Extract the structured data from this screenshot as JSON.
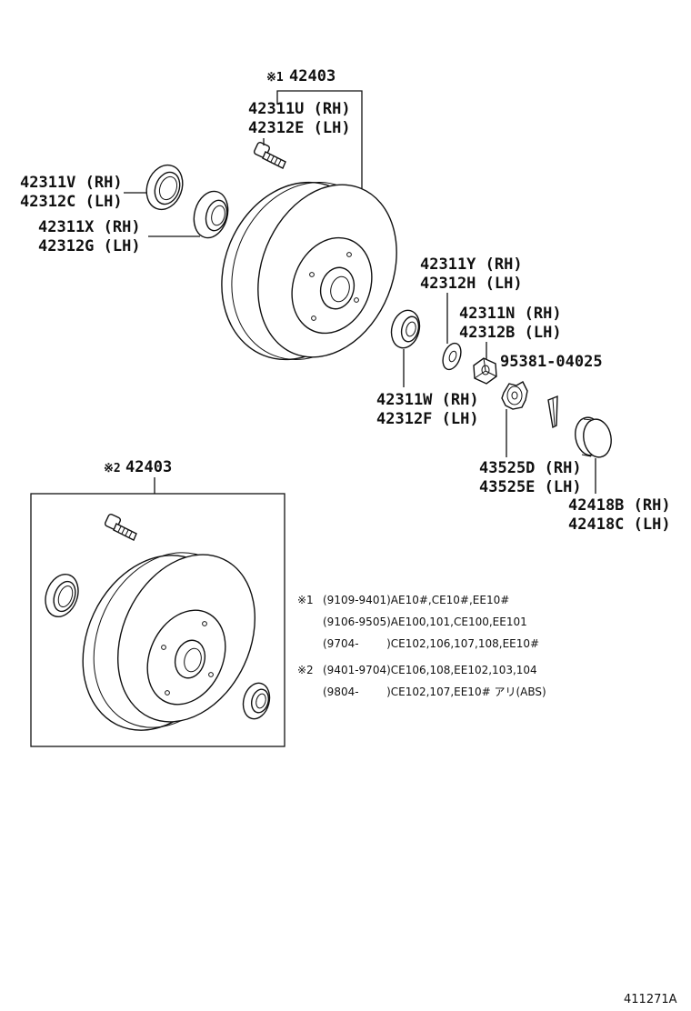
{
  "upper": {
    "ref_mark": "※1",
    "assembly_no": "42403",
    "parts": {
      "hub_rh": "42311U (RH)",
      "hub_lh": "42312E (LH)",
      "seal_rh": "42311V (RH)",
      "seal_lh": "42312C (LH)",
      "inner_bearing_rh": "42311X (RH)",
      "inner_bearing_lh": "42312G (LH)",
      "washer_rh": "42311Y (RH)",
      "washer_lh": "42312H (LH)",
      "nut_rh": "42311N (RH)",
      "nut_lh": "42312B (LH)",
      "cotter_pin": "95381-04025",
      "outer_bearing_rh": "42311W (RH)",
      "outer_bearing_lh": "42312F (LH)",
      "lock_cap_rh": "43525D (RH)",
      "lock_cap_lh": "43525E (LH)",
      "grease_cap_rh": "42418B (RH)",
      "grease_cap_lh": "42418C (LH)"
    }
  },
  "lower": {
    "ref_mark": "※2",
    "assembly_no": "42403"
  },
  "notes": [
    {
      "mark": "※1",
      "text": "(9109-9401)AE10#,CE10#,EE10#"
    },
    {
      "mark": "",
      "text": "(9106-9505)AE100,101,CE100,EE101"
    },
    {
      "mark": "",
      "text": "(9704-        )CE102,106,107,108,EE10#"
    },
    {
      "mark": "※2",
      "text": "(9401-9704)CE106,108,EE102,103,104"
    },
    {
      "mark": "",
      "text": "(9804-        )CE102,107,EE10# アリ(ABS)"
    }
  ],
  "diagram_code": "411271A"
}
